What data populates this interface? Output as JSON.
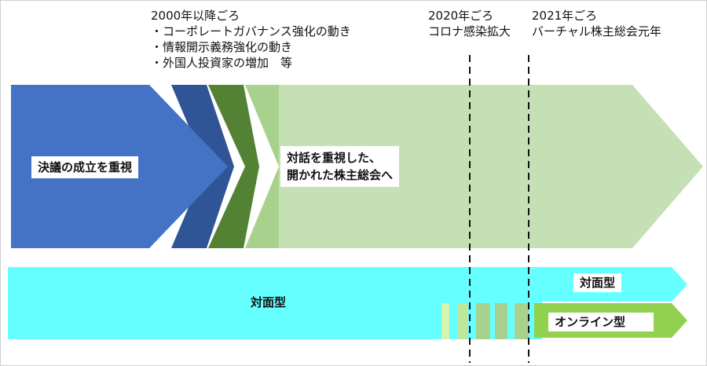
{
  "era_2000": {
    "title": "2000年以降ごろ",
    "items": [
      "・コーポレートガバナンス強化の動き",
      "・情報開示義務強化の動き",
      "・外国人投資家の増加　等"
    ]
  },
  "era_2020": {
    "year": "2020年ごろ",
    "event": "コロナ感染拡大"
  },
  "era_2021": {
    "year": "2021年ごろ",
    "event": "バーチャル株主総会元年"
  },
  "top_band": {
    "left_label": "決議の成立を重視",
    "right_label_line1": "対話を重視した、",
    "right_label_line2": "開かれた株主総会へ"
  },
  "bottom_band": {
    "in_person_main": "対面型",
    "in_person_right": "対面型",
    "online": "オンライン型"
  },
  "colors": {
    "blue": "#4472c4",
    "dark_blue": "#2f5597",
    "dark_green": "#548235",
    "mid_green": "#a9d18e",
    "light_green": "#c5e0b4",
    "cyan": "#66ffff",
    "online_green": "#92d050"
  }
}
